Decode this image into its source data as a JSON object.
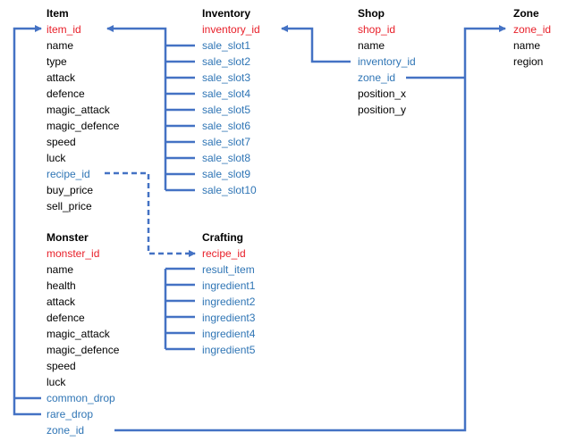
{
  "colors": {
    "primary_key": "#e8202a",
    "foreign_key": "#2f75b5",
    "field": "#000000",
    "link_line": "#4472c4"
  },
  "tables": {
    "item": {
      "title": "Item",
      "fields": [
        "item_id",
        "name",
        "type",
        "attack",
        "defence",
        "magic_attack",
        "magic_defence",
        "speed",
        "luck",
        "recipe_id",
        "buy_price",
        "sell_price"
      ]
    },
    "inventory": {
      "title": "Inventory",
      "fields": [
        "inventory_id",
        "sale_slot1",
        "sale_slot2",
        "sale_slot3",
        "sale_slot4",
        "sale_slot5",
        "sale_slot6",
        "sale_slot7",
        "sale_slot8",
        "sale_slot9",
        "sale_slot10"
      ]
    },
    "shop": {
      "title": "Shop",
      "fields": [
        "shop_id",
        "name",
        "inventory_id",
        "zone_id",
        "position_x",
        "position_y"
      ]
    },
    "zone": {
      "title": "Zone",
      "fields": [
        "zone_id",
        "name",
        "region"
      ]
    },
    "monster": {
      "title": "Monster",
      "fields": [
        "monster_id",
        "name",
        "health",
        "attack",
        "defence",
        "magic_attack",
        "magic_defence",
        "speed",
        "luck",
        "common_drop",
        "rare_drop",
        "zone_id"
      ]
    },
    "crafting": {
      "title": "Crafting",
      "fields": [
        "recipe_id",
        "result_item",
        "ingredient1",
        "ingredient2",
        "ingredient3",
        "ingredient4",
        "ingredient5"
      ]
    }
  }
}
